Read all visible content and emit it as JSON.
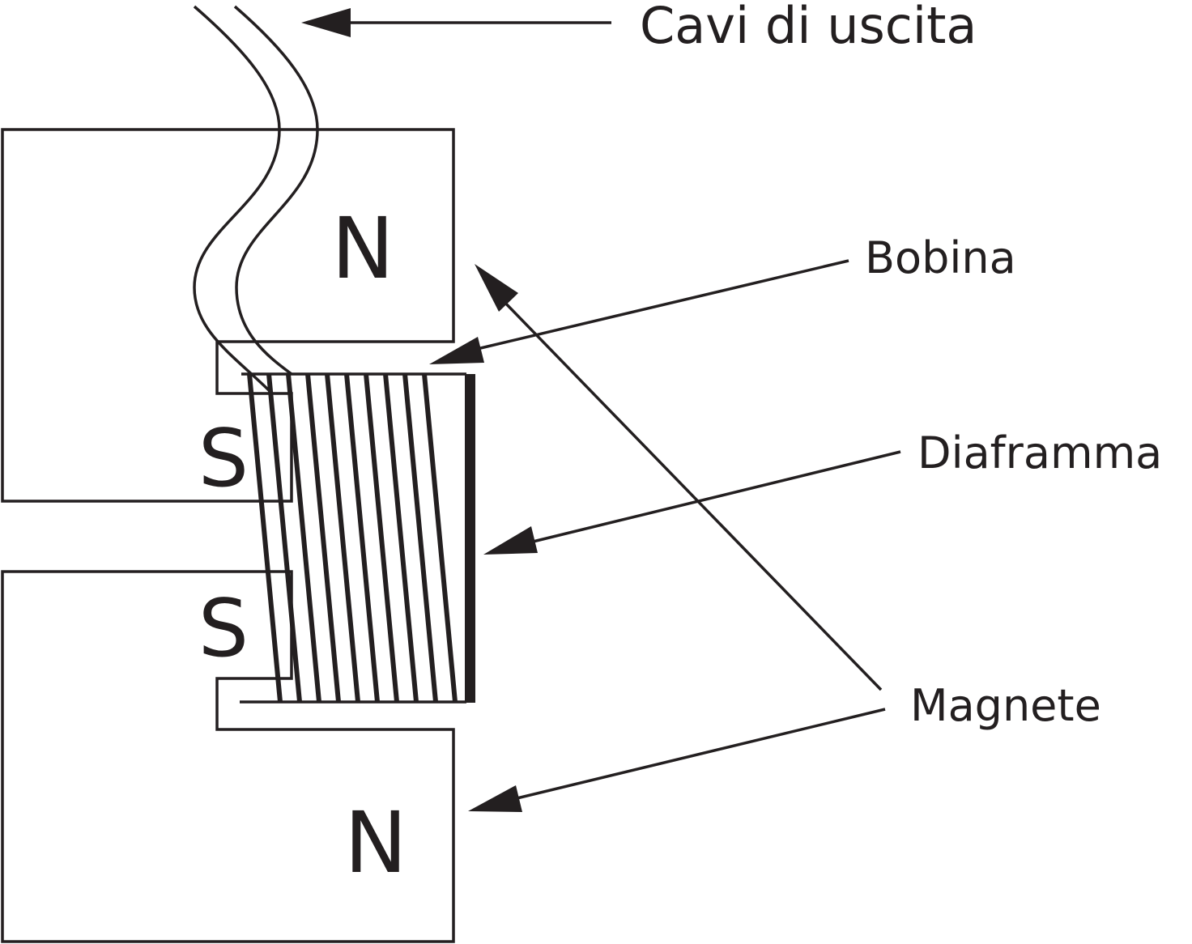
{
  "labels": {
    "cables": "Cavi di uscita",
    "coil": "Bobina",
    "diaphragm": "Diaframma",
    "magnet": "Magnete"
  },
  "poles": {
    "top_north": "N",
    "top_south": "S",
    "bottom_south": "S",
    "bottom_north": "N"
  },
  "colors": {
    "ink": "#231f20",
    "background": "#ffffff"
  }
}
